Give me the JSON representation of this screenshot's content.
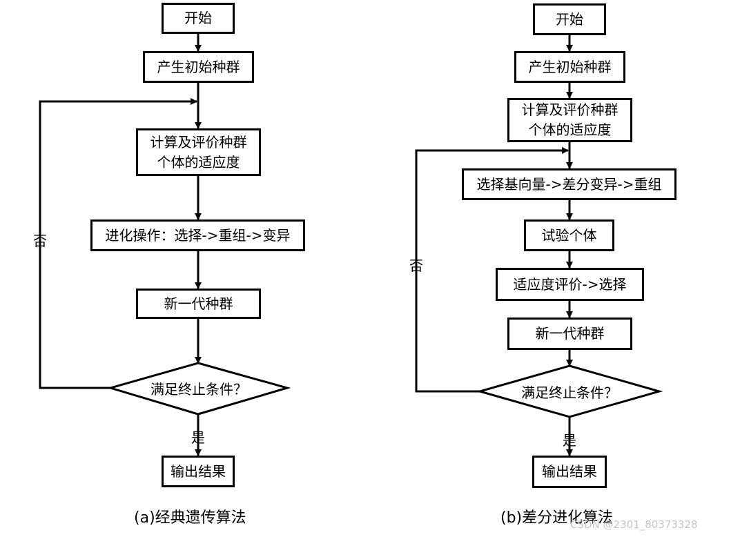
{
  "diagram_a": {
    "start": "开始",
    "init_pop": "产生初始种群",
    "evaluate": "计算及评价种群\n个体的适应度",
    "evolve": "进化操作：选择->重组->变异",
    "new_gen": "新一代种群",
    "condition": "满足终止条件？",
    "no_label": "否",
    "yes_label": "是",
    "output": "输出结果",
    "caption": "(a)经典遗传算法"
  },
  "diagram_b": {
    "start": "开始",
    "init_pop": "产生初始种群",
    "evaluate": "计算及评价种群\n个体的适应度",
    "select_mutate": "选择基向量->差分变异->重组",
    "trial": "试验个体",
    "fitness_select": "适应度评价->选择",
    "new_gen": "新一代种群",
    "condition": "满足终止条件？",
    "no_label": "否",
    "yes_label": "是",
    "output": "输出结果",
    "caption": "(b)差分进化算法"
  },
  "watermark": "CSDN @2301_80373328"
}
